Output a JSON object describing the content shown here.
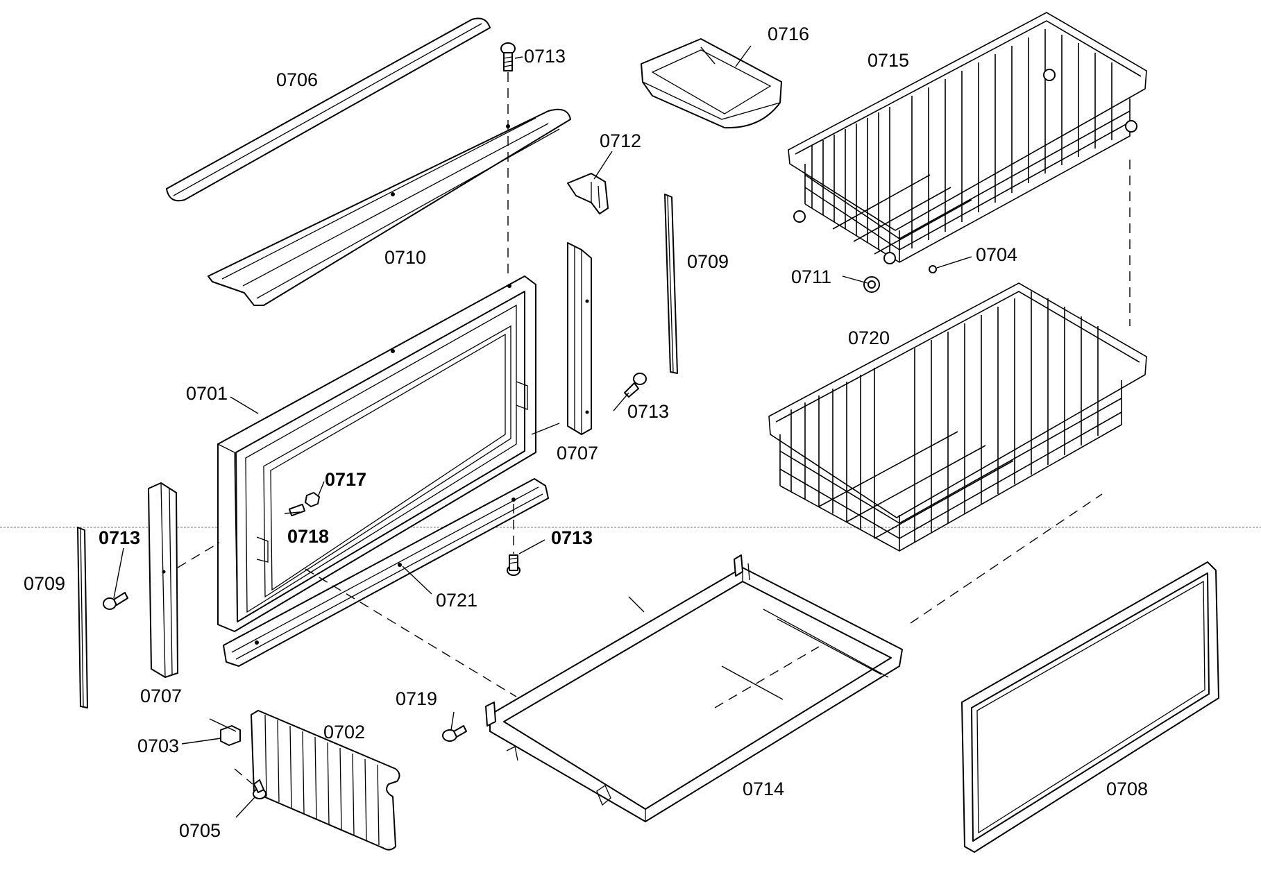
{
  "parts": [
    {
      "id": "p0701",
      "label": "0701",
      "bold": false
    },
    {
      "id": "p0702",
      "label": "0702",
      "bold": false
    },
    {
      "id": "p0703",
      "label": "0703",
      "bold": false
    },
    {
      "id": "p0704",
      "label": "0704",
      "bold": false
    },
    {
      "id": "p0705",
      "label": "0705",
      "bold": false
    },
    {
      "id": "p0706",
      "label": "0706",
      "bold": false
    },
    {
      "id": "p0707a",
      "label": "0707",
      "bold": false
    },
    {
      "id": "p0707b",
      "label": "0707",
      "bold": false
    },
    {
      "id": "p0708",
      "label": "0708",
      "bold": false
    },
    {
      "id": "p0709a",
      "label": "0709",
      "bold": false
    },
    {
      "id": "p0709b",
      "label": "0709",
      "bold": false
    },
    {
      "id": "p0710",
      "label": "0710",
      "bold": false
    },
    {
      "id": "p0711",
      "label": "0711",
      "bold": false
    },
    {
      "id": "p0712",
      "label": "0712",
      "bold": false
    },
    {
      "id": "p0713a",
      "label": "0713",
      "bold": false
    },
    {
      "id": "p0713b",
      "label": "0713",
      "bold": false
    },
    {
      "id": "p0713c",
      "label": "0713",
      "bold": true
    },
    {
      "id": "p0713d",
      "label": "0713",
      "bold": true
    },
    {
      "id": "p0714",
      "label": "0714",
      "bold": false
    },
    {
      "id": "p0715",
      "label": "0715",
      "bold": false
    },
    {
      "id": "p0716",
      "label": "0716",
      "bold": false
    },
    {
      "id": "p0717",
      "label": "0717",
      "bold": true
    },
    {
      "id": "p0718",
      "label": "0718",
      "bold": true
    },
    {
      "id": "p0719",
      "label": "0719",
      "bold": false
    },
    {
      "id": "p0720",
      "label": "0720",
      "bold": false
    },
    {
      "id": "p0721",
      "label": "0721",
      "bold": false
    }
  ]
}
